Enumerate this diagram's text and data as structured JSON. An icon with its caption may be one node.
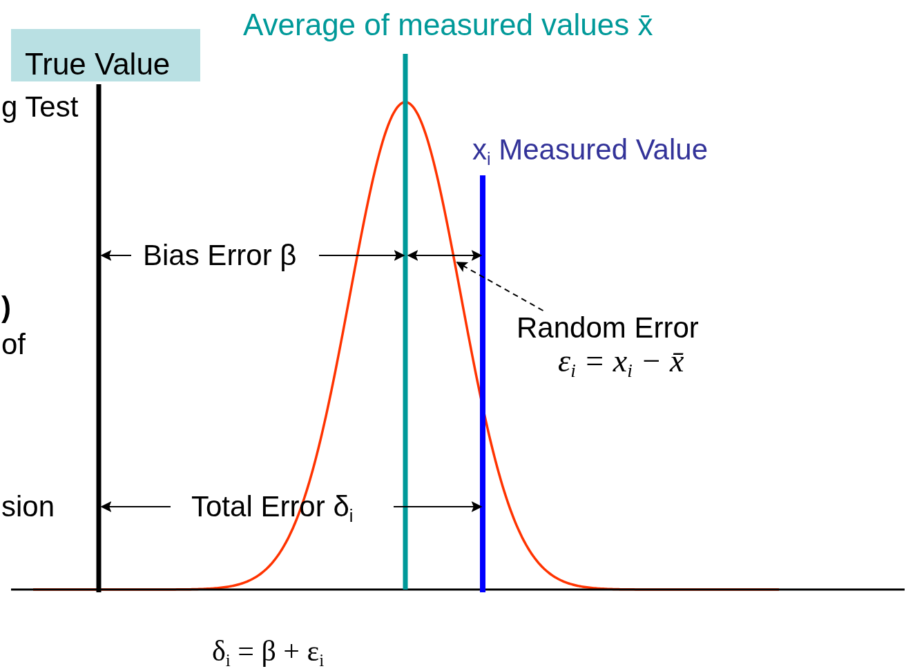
{
  "diagram": {
    "nodes": [
      {
        "text": [
          "True Value"
        ]
      },
      {
        "text": [
          "Average of measured values x̄"
        ]
      },
      {
        "text": [
          "x$_{i}$ Measured Value"
        ]
      },
      {
        "text": [
          "Random Error",
          "ε$_{i}$ = x$_{i}$ − x̄"
        ]
      },
      {
        "text": [],
        "shape": "arrow"
      }
    ],
    "edges": [
      {
        "from": 3,
        "to": 4,
        "arrow": "to",
        "style": "dashed"
      }
    ],
    "labels": [
      "g Test",
      ")",
      "of",
      "Bias Error β",
      "Total Error δ$_{i}$",
      "sion",
      "δ$_{i}$ = β + ε$_{i}$"
    ]
  }
}
